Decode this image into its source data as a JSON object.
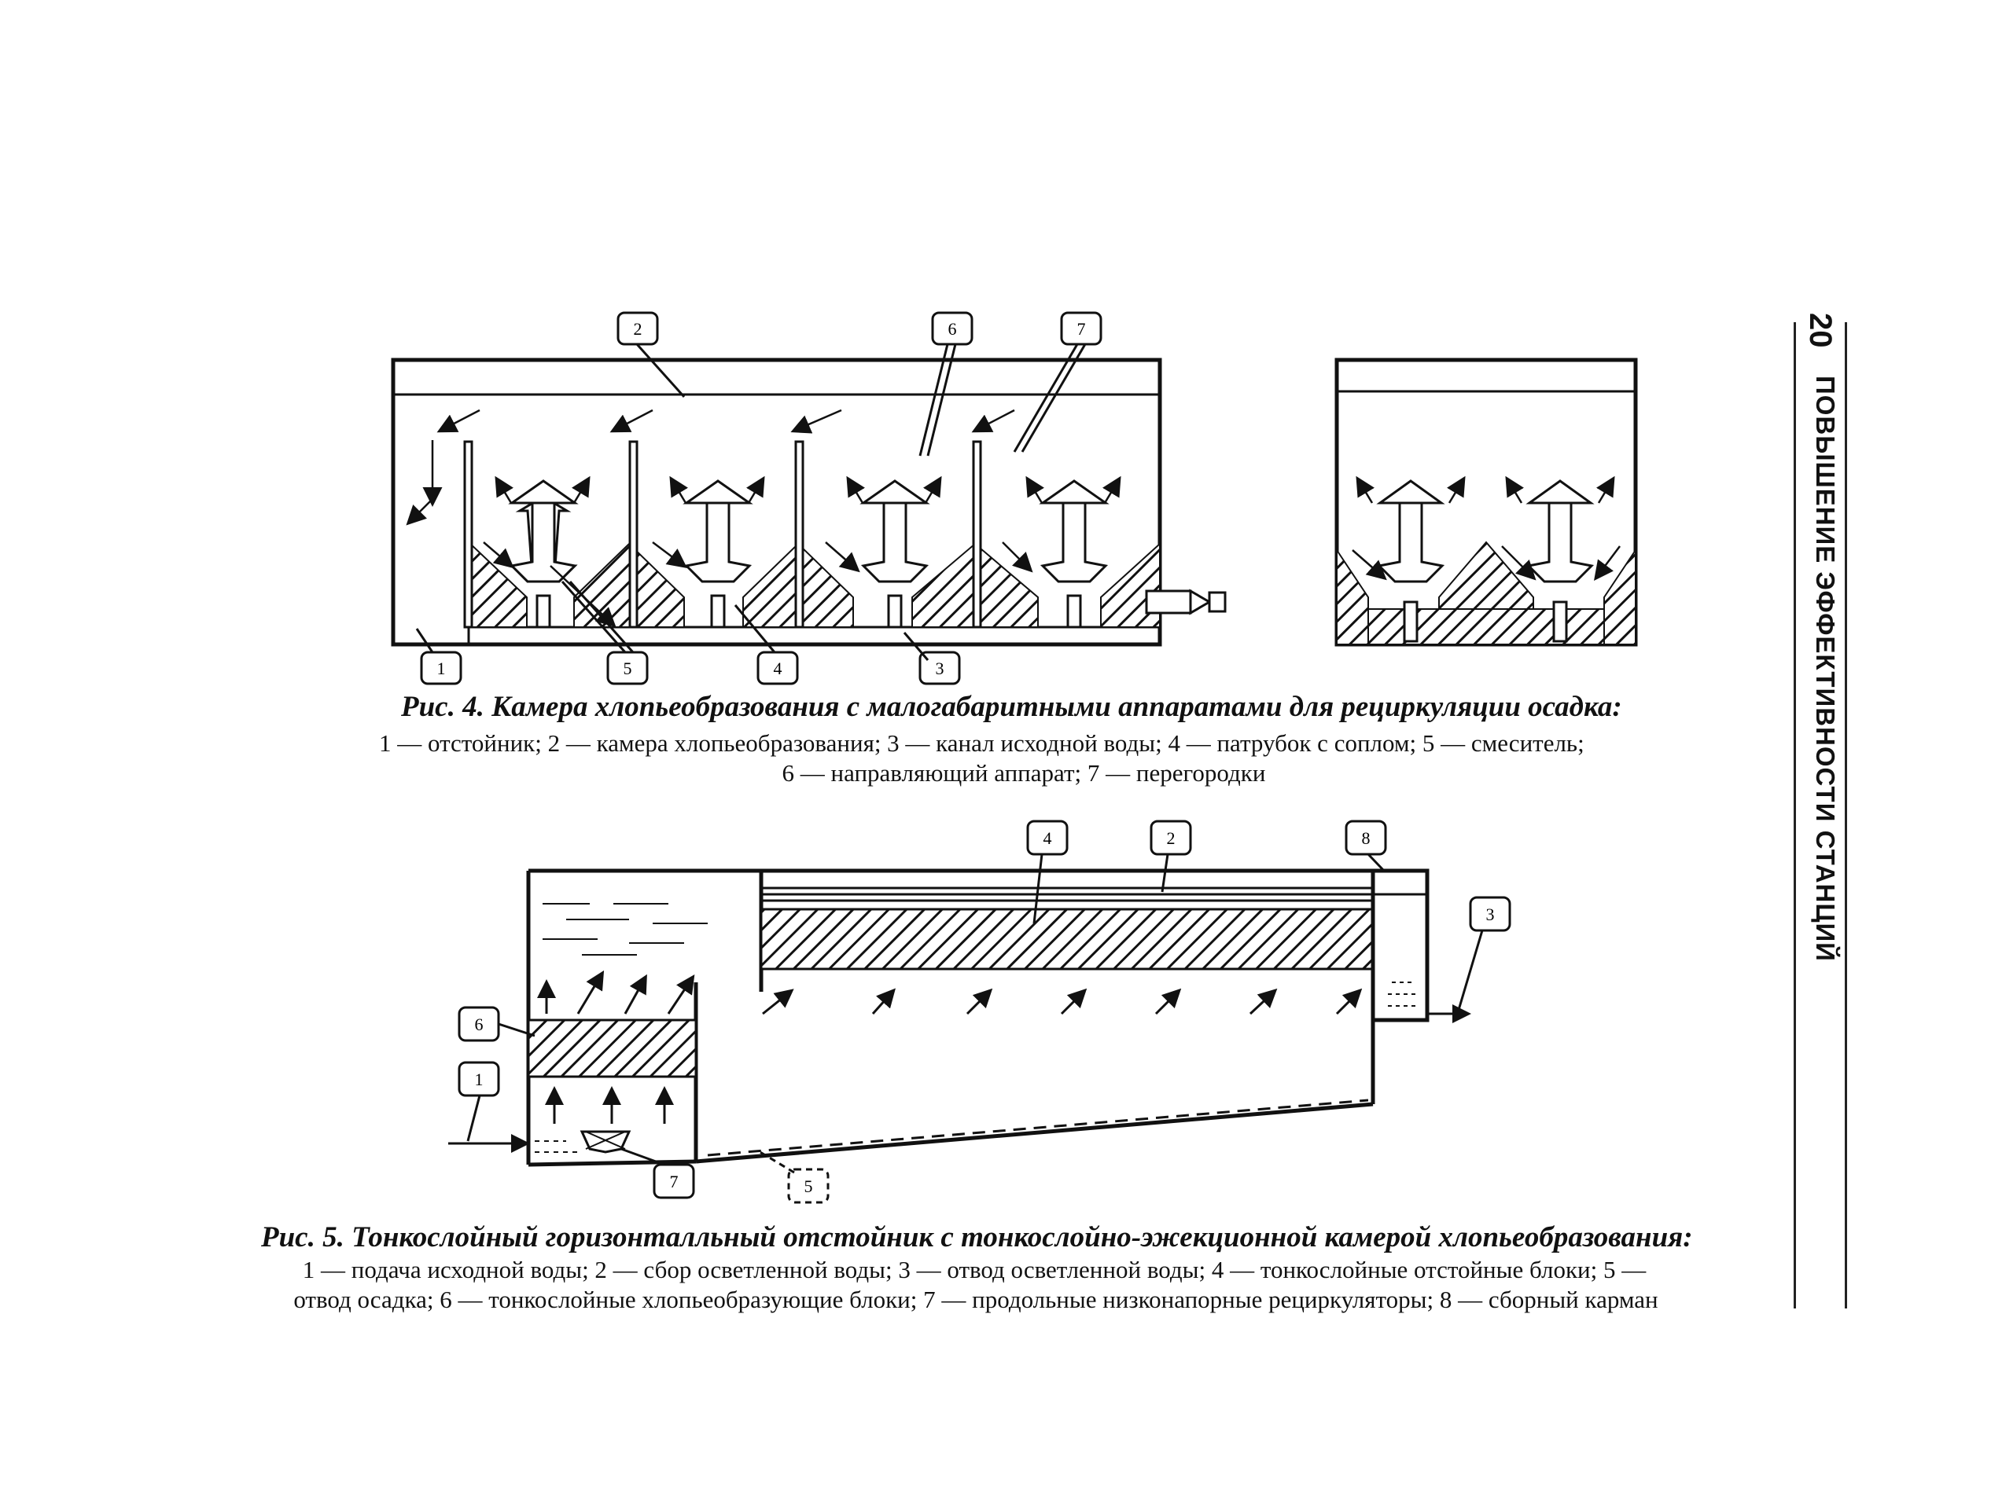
{
  "page": {
    "number": "20",
    "running_title": "ПОВЫШЕНИЕ ЭФФЕКТИВНОСТИ СТАНЦИЙ"
  },
  "figure4": {
    "caption_title": "Рис. 4. Камера хлопьеобразования с малогабаритными аппаратами для рециркуляции осадка:",
    "caption_line1": "1 — отстойник; 2 — камера хлопьеобразования; 3 — канал исходной воды; 4 — патрубок с соплом; 5 — смеситель;",
    "caption_line2": "6 — направляющий аппарат; 7 — перегородки",
    "callouts": [
      "1",
      "2",
      "3",
      "4",
      "5",
      "6",
      "7"
    ]
  },
  "figure5": {
    "caption_title": "Рис. 5. Тонкослойный горизонталльный отстойник с тонкослойно-эжекционной камерой хлопьеобразования:",
    "caption_line1": "1 — подача исходной воды; 2 — сбор осветленной воды; 3 — отвод осветленной воды; 4 — тонкослойные отстойные блоки; 5 —",
    "caption_line2": "отвод осадка; 6 — тонкослойные хлопьеобразующие блоки; 7 — продольные низконапорные рециркуляторы; 8 — сборный карман",
    "callouts": [
      "1",
      "2",
      "3",
      "4",
      "5",
      "6",
      "7",
      "8"
    ]
  }
}
